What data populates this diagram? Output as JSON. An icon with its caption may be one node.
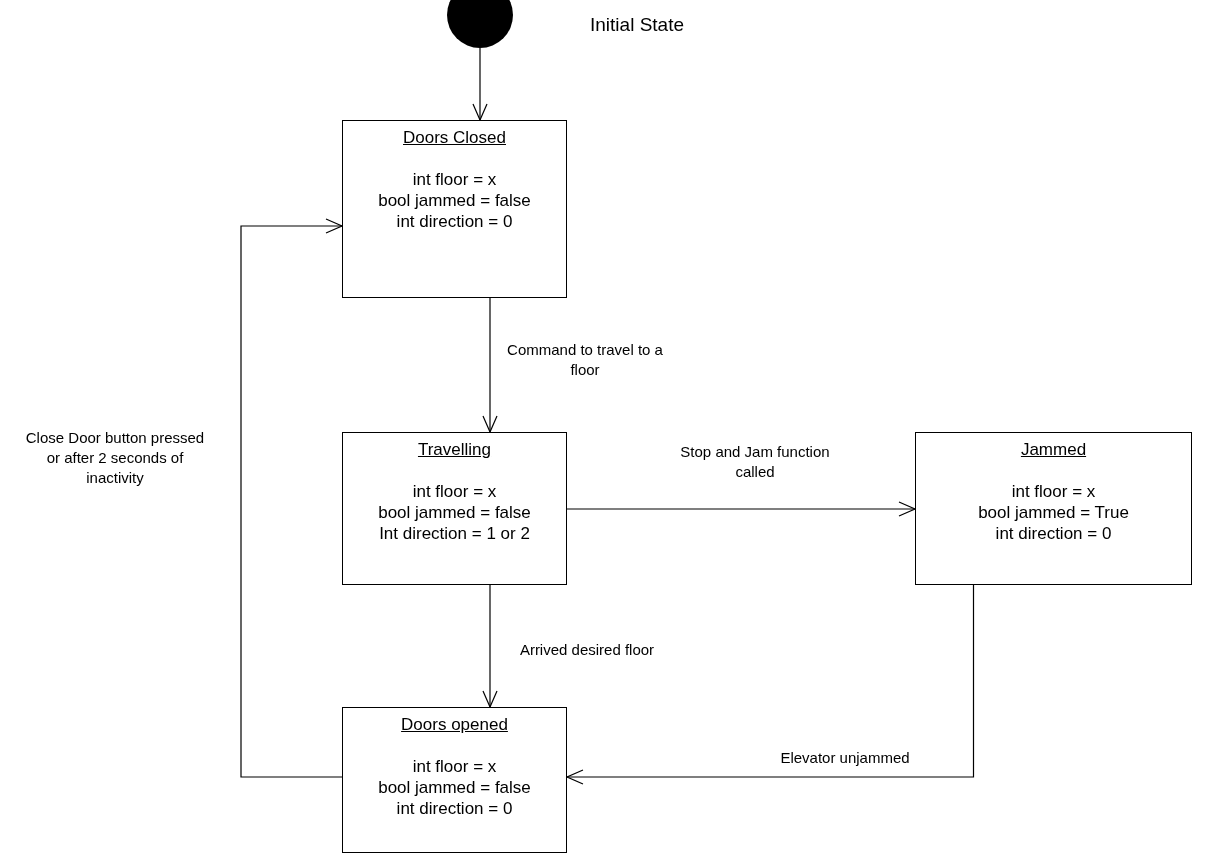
{
  "diagram": {
    "nodes": [
      {
        "text": [],
        "shape": "circle"
      },
      {
        "text": [
          "Doors Closed",
          "int floor = x",
          "bool jammed = false",
          "int direction = 0"
        ]
      },
      {
        "text": [
          "Travelling",
          "int floor = x",
          "bool jammed = false",
          "Int direction = 1 or 2"
        ]
      },
      {
        "text": [
          "Jammed",
          "int floor = x",
          "bool jammed = True",
          "int direction = 0"
        ]
      },
      {
        "text": [
          "Doors opened",
          "int floor = x",
          "bool jammed = false",
          "int direction = 0"
        ]
      }
    ],
    "edges": [
      {
        "from": 0,
        "to": 1,
        "arrow": "to"
      },
      {
        "from": 1,
        "to": 2,
        "arrow": "to",
        "label": "Command to travel to a floor"
      },
      {
        "from": 2,
        "to": 3,
        "arrow": "to",
        "label": "Stop and Jam function called"
      },
      {
        "from": 2,
        "to": 4,
        "arrow": "to",
        "label": "Arrived desired floor"
      },
      {
        "from": 3,
        "to": 4,
        "arrow": "to",
        "label": "Elevator unjammed"
      },
      {
        "from": 4,
        "to": 1,
        "arrow": "to",
        "label": "Close Door button pressed or after 2 seconds of inactivity"
      }
    ],
    "labels": [
      "Initial State"
    ]
  }
}
